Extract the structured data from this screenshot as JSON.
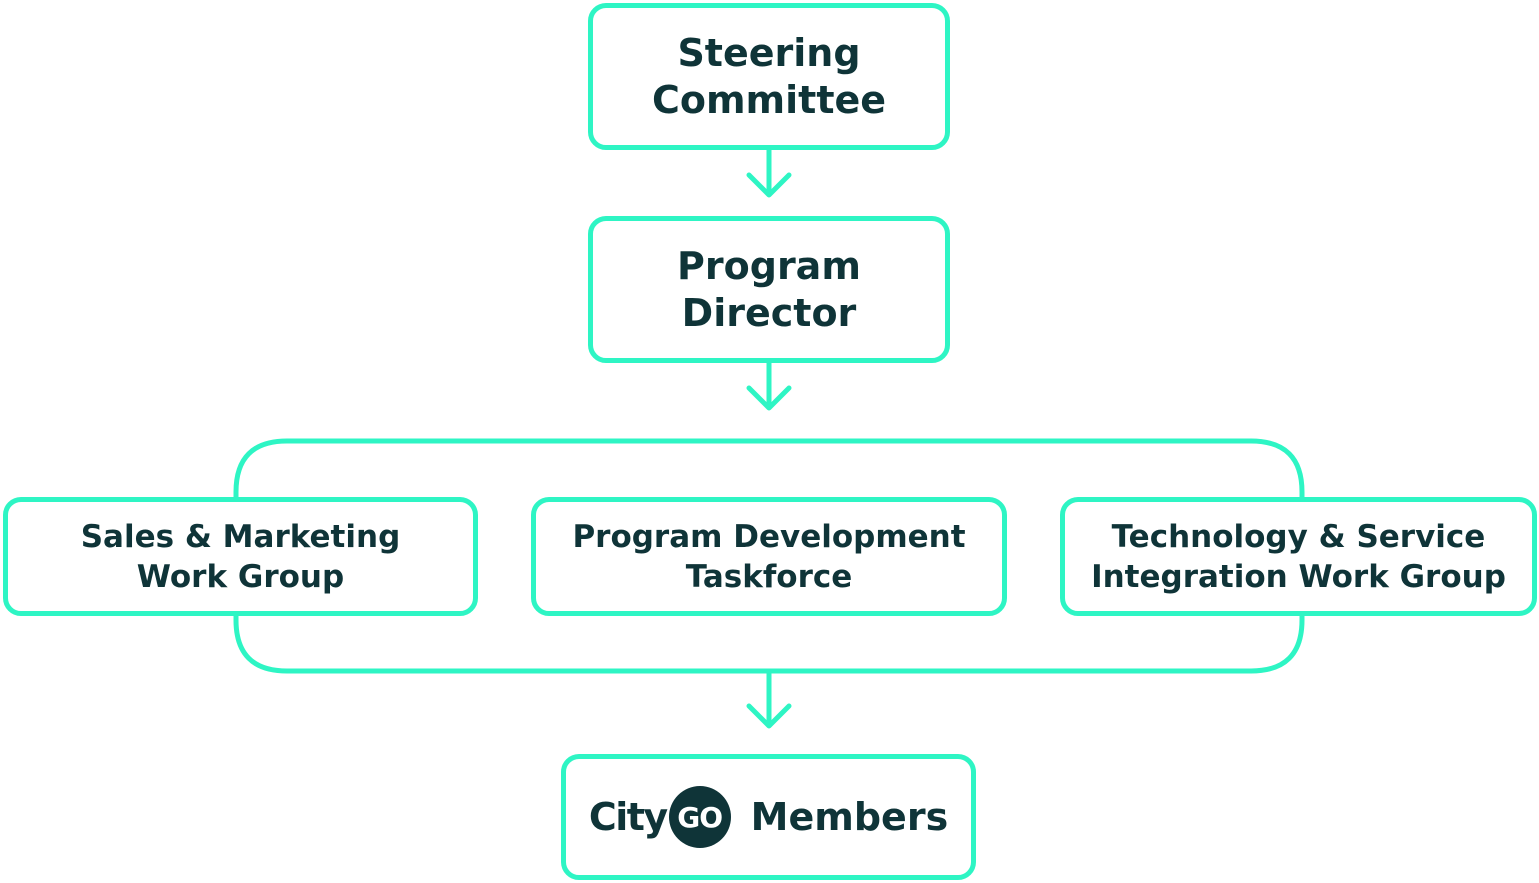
{
  "colors": {
    "accent": "#2ef5c4",
    "text": "#0f3438",
    "background": "#ffffff"
  },
  "nodes": {
    "steering": "Steering\nCommittee",
    "director": "Program\nDirector",
    "sales": "Sales & Marketing\nWork Group",
    "program_dev": "Program Development\nTaskforce",
    "tech": "Technology & Service\nIntegration Work Group",
    "members": {
      "logo_city": "City",
      "logo_go": "GO",
      "label": "Members"
    }
  },
  "edges": [
    {
      "from": "steering",
      "to": "director"
    },
    {
      "from": "director",
      "to": "work-groups"
    },
    {
      "from": "work-groups",
      "to": "members"
    }
  ]
}
